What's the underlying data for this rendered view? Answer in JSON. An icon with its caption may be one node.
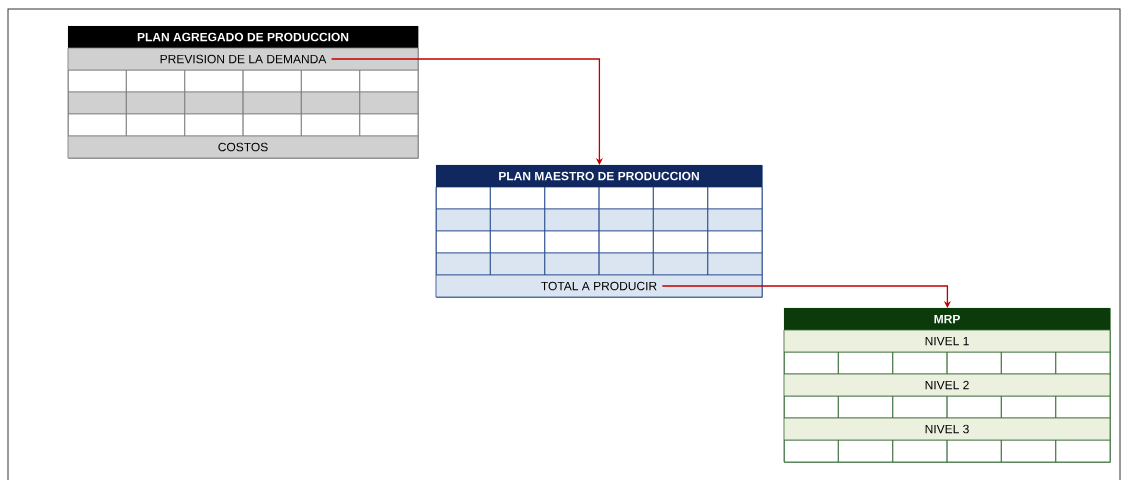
{
  "diagram": {
    "nodes": [
      {
        "text": [
          "PLAN AGREGADO DE PRODUCCION"
        ]
      },
      {
        "text": [
          "PREVISION DE LA DEMANDA"
        ],
        "in": 0
      },
      {
        "text": [
          "COSTOS"
        ],
        "in": 0
      },
      {
        "text": [
          "PLAN MAESTRO DE PRODUCCION"
        ]
      },
      {
        "text": [
          "TOTAL A PRODUCIR"
        ],
        "in": 3
      },
      {
        "text": [
          "MRP"
        ]
      },
      {
        "text": [
          "NIVEL 1"
        ],
        "in": 5
      },
      {
        "text": [
          "NIVEL 2"
        ],
        "in": 5
      },
      {
        "text": [
          "NIVEL 3"
        ],
        "in": 5
      }
    ],
    "edges": [
      {
        "from": 1,
        "to": 3,
        "arrow": "to"
      },
      {
        "from": 4,
        "to": 5,
        "arrow": "to"
      }
    ]
  }
}
